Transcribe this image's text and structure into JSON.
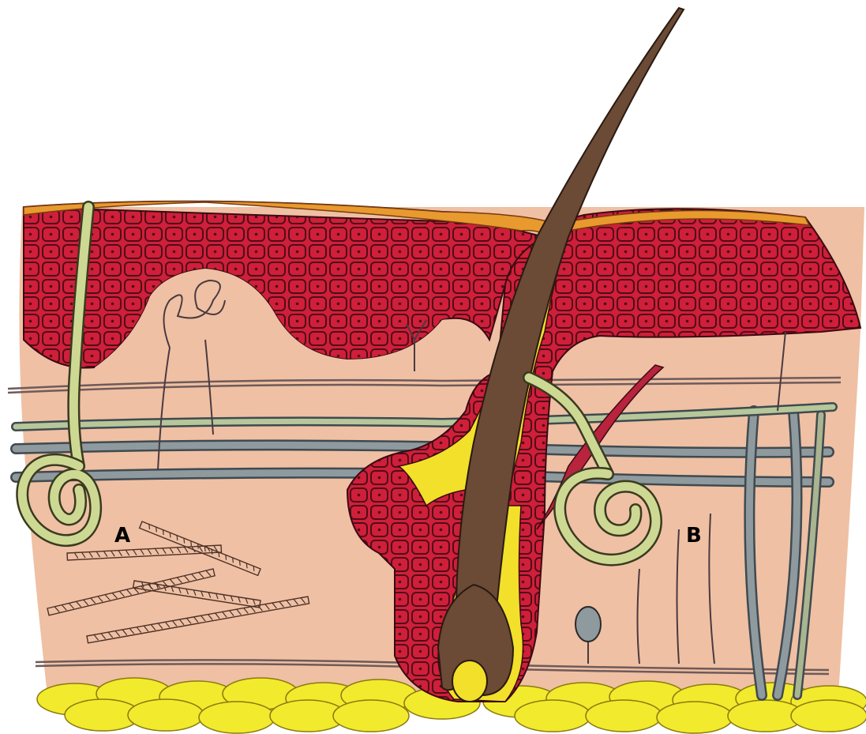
{
  "diagram": {
    "labels": {
      "a": "A",
      "b": "B"
    },
    "colors": {
      "background": "#ffffff",
      "dermis": "#efc0a3",
      "epidermis": "#cf1f3a",
      "stratum_corneum": "#e89a2e",
      "hair_shaft": "#6b4a36",
      "sebaceous_yellow": "#f2e02a",
      "fat_tissue": "#f2ea2c",
      "gland_green": "#cdd993",
      "vessel_gray": "#8e9a9e",
      "muscle": "#b8233d"
    },
    "icons": [
      "skin-cross-section",
      "hair-follicle",
      "sweat-gland",
      "blood-vessel",
      "nerve",
      "collagen-fibers",
      "arrector-pili-muscle",
      "subcutaneous-fat"
    ]
  }
}
